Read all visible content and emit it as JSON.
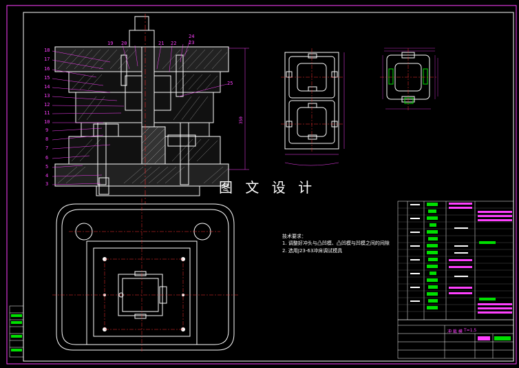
{
  "watermark": "图 文 设 计",
  "tech_requirements": {
    "title": "技术要求：",
    "items": [
      "1. 调整好冲头与凸凹模、凸凹模与凹模之间的间隙",
      "2. 选用J23-63冲床调试模具"
    ]
  },
  "callouts_left": [
    "18",
    "17",
    "16",
    "15",
    "14",
    "13",
    "12",
    "11",
    "10",
    "9",
    "8",
    "7",
    "6",
    "5",
    "4",
    "3"
  ],
  "callouts_top": [
    "19",
    "20",
    "21",
    "22",
    "23",
    "24"
  ],
  "callout_right": "25",
  "title_block": {
    "part_name": "冲 裁 模",
    "thickness": "T=1.5"
  },
  "colors": {
    "lines": "#ffffff",
    "dimensions": "#ff40ff",
    "centerlines": "#ff3030",
    "frame": "#ff40ff",
    "highlight": "#00e000",
    "cyan": "#00c8ff"
  }
}
